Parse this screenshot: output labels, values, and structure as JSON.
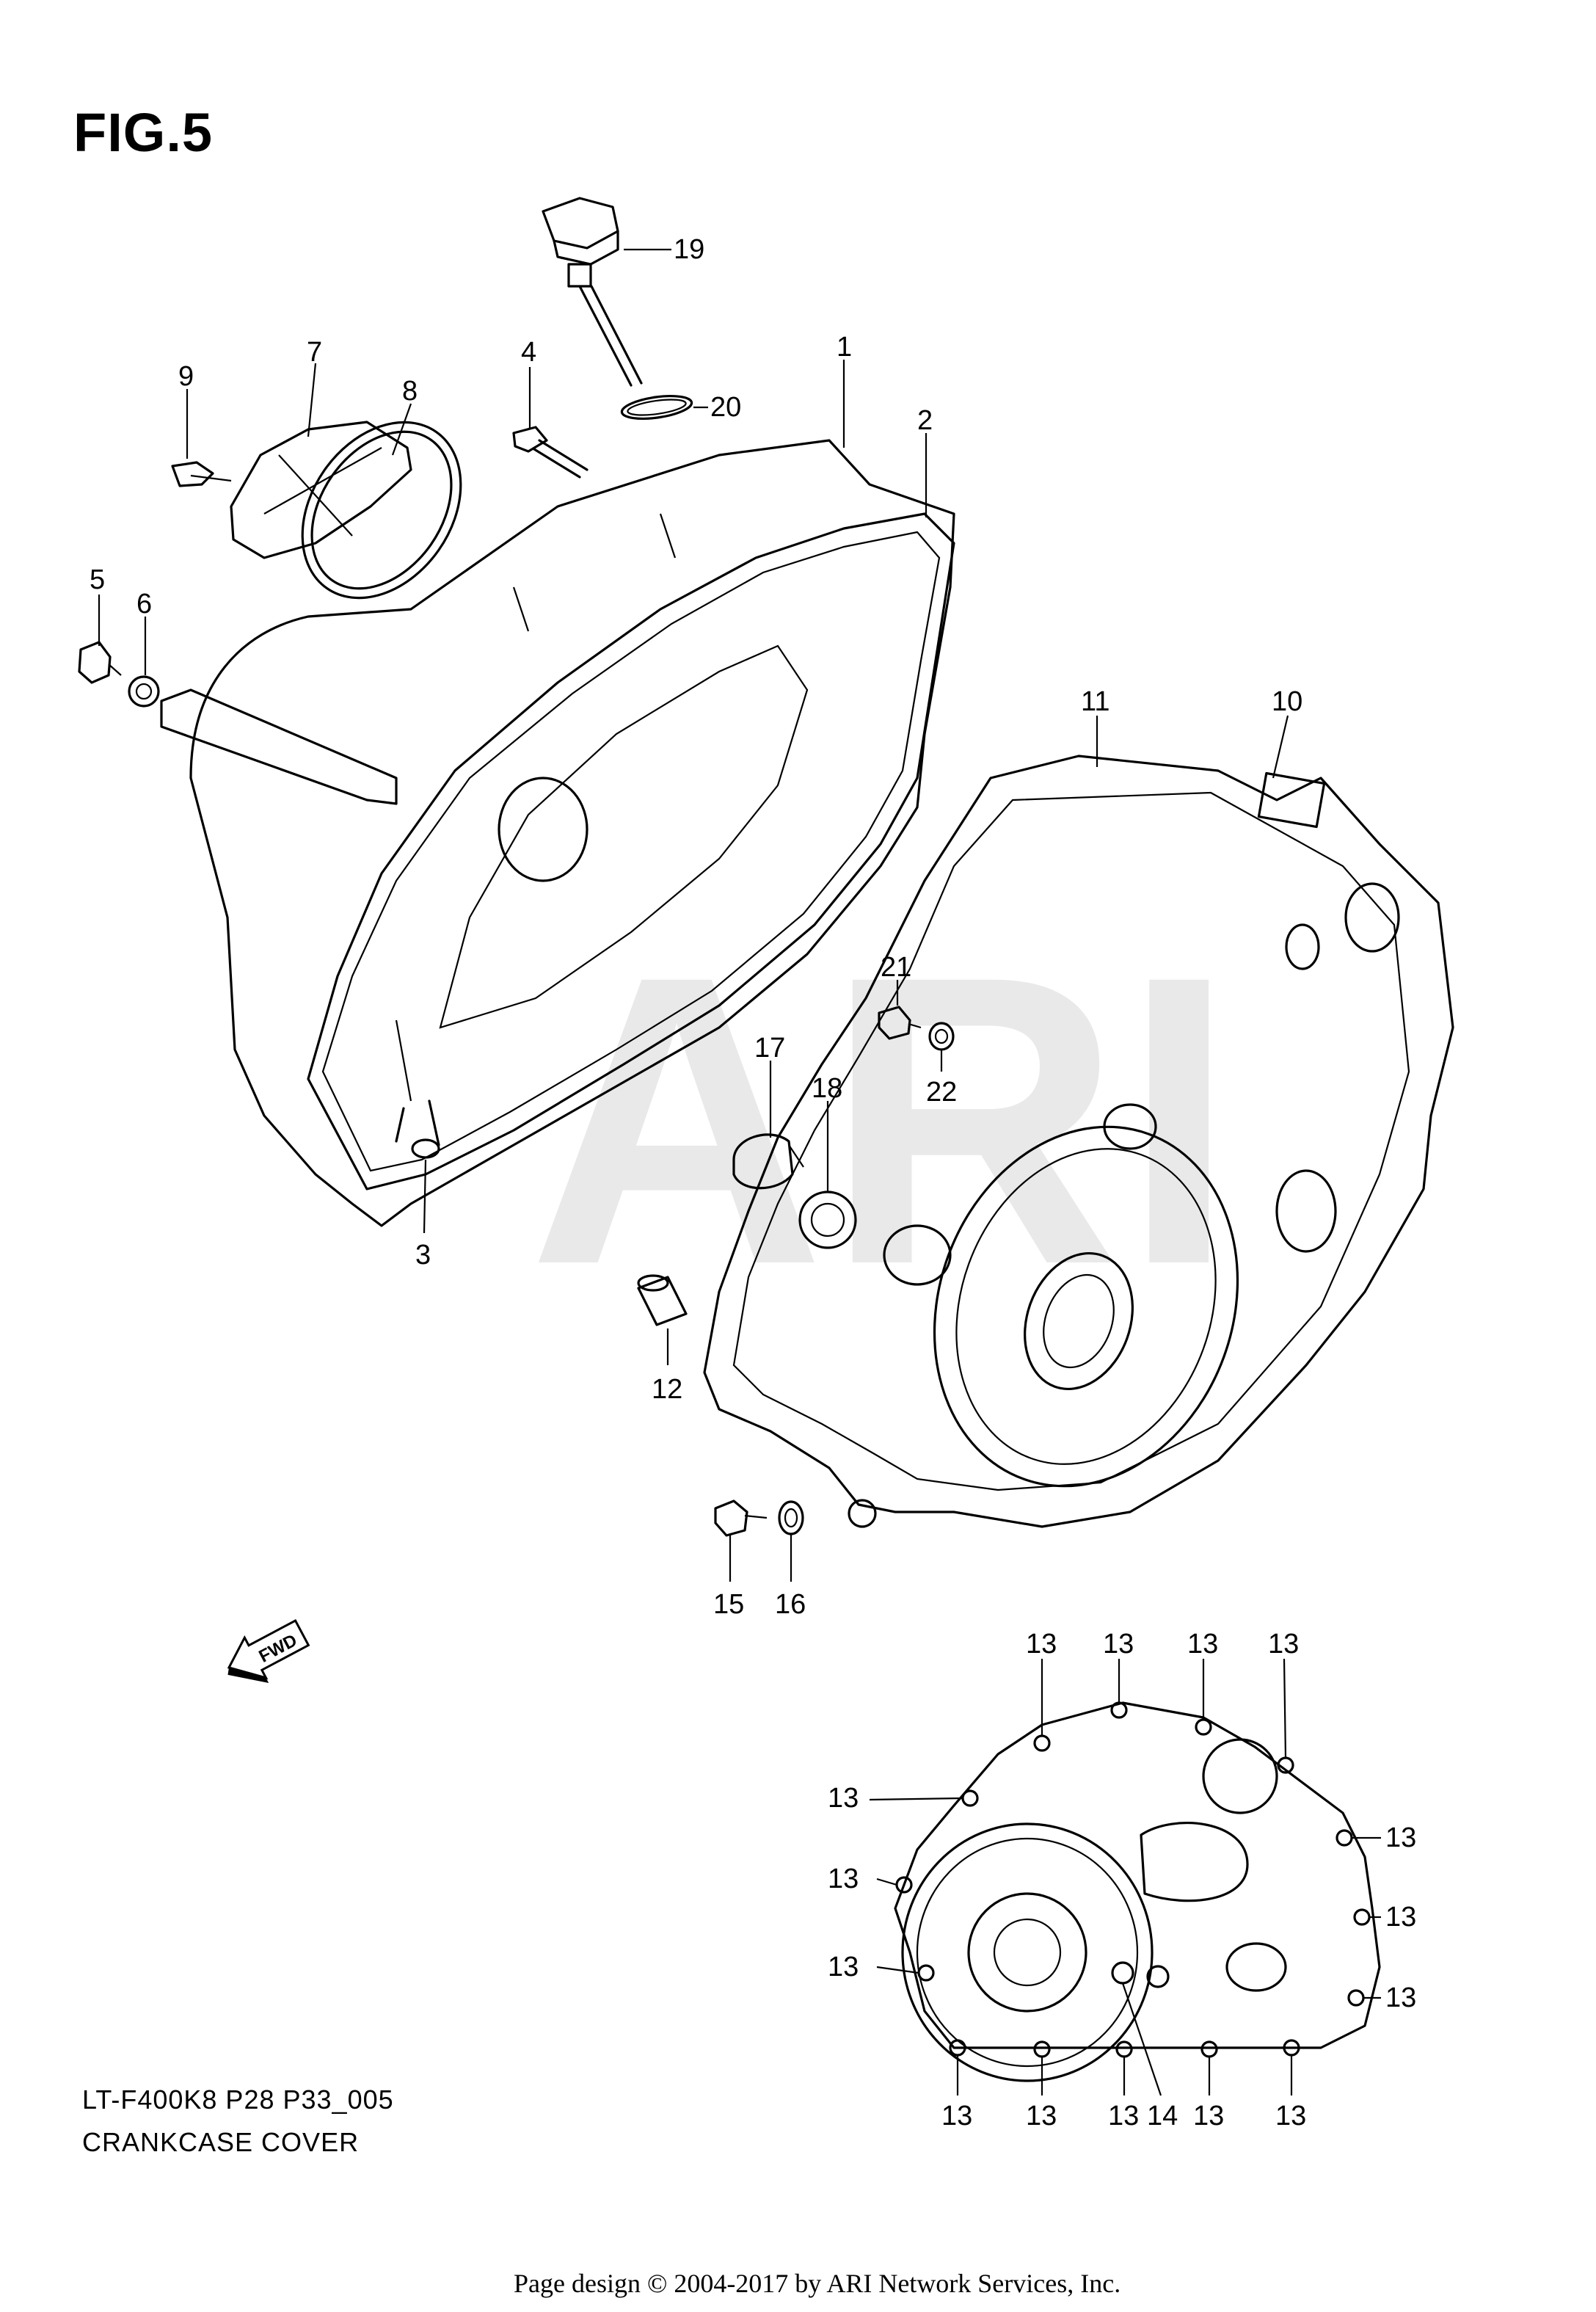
{
  "figure": {
    "title": "FIG.5",
    "watermark": "ARI"
  },
  "fwd_label": "FWD",
  "callouts": [
    {
      "id": "c19",
      "text": "19"
    },
    {
      "id": "c20",
      "text": "20"
    },
    {
      "id": "c9",
      "text": "9"
    },
    {
      "id": "c7",
      "text": "7"
    },
    {
      "id": "c8",
      "text": "8"
    },
    {
      "id": "c4",
      "text": "4"
    },
    {
      "id": "c1",
      "text": "1"
    },
    {
      "id": "c2",
      "text": "2"
    },
    {
      "id": "c5",
      "text": "5"
    },
    {
      "id": "c6",
      "text": "6"
    },
    {
      "id": "c11",
      "text": "11"
    },
    {
      "id": "c10",
      "text": "10"
    },
    {
      "id": "c21",
      "text": "21"
    },
    {
      "id": "c22",
      "text": "22"
    },
    {
      "id": "c17",
      "text": "17"
    },
    {
      "id": "c18",
      "text": "18"
    },
    {
      "id": "c3",
      "text": "3"
    },
    {
      "id": "c12",
      "text": "12"
    },
    {
      "id": "c15",
      "text": "15"
    },
    {
      "id": "c16",
      "text": "16"
    },
    {
      "id": "c13a",
      "text": "13"
    },
    {
      "id": "c13b",
      "text": "13"
    },
    {
      "id": "c13c",
      "text": "13"
    },
    {
      "id": "c13d",
      "text": "13"
    },
    {
      "id": "c13e",
      "text": "13"
    },
    {
      "id": "c13f",
      "text": "13"
    },
    {
      "id": "c13g",
      "text": "13"
    },
    {
      "id": "c13h",
      "text": "13"
    },
    {
      "id": "c13i",
      "text": "13"
    },
    {
      "id": "c13j",
      "text": "13"
    },
    {
      "id": "c13k",
      "text": "13"
    },
    {
      "id": "c13l",
      "text": "13"
    },
    {
      "id": "c13m",
      "text": "13"
    },
    {
      "id": "c13n",
      "text": "13"
    },
    {
      "id": "c13o",
      "text": "13"
    },
    {
      "id": "c14",
      "text": "14"
    }
  ],
  "captions": {
    "model": "LT-F400K8 P28 P33_005",
    "section": "CRANKCASE COVER"
  },
  "copyright": "Page design © 2004-2017 by ARI Network Services, Inc."
}
